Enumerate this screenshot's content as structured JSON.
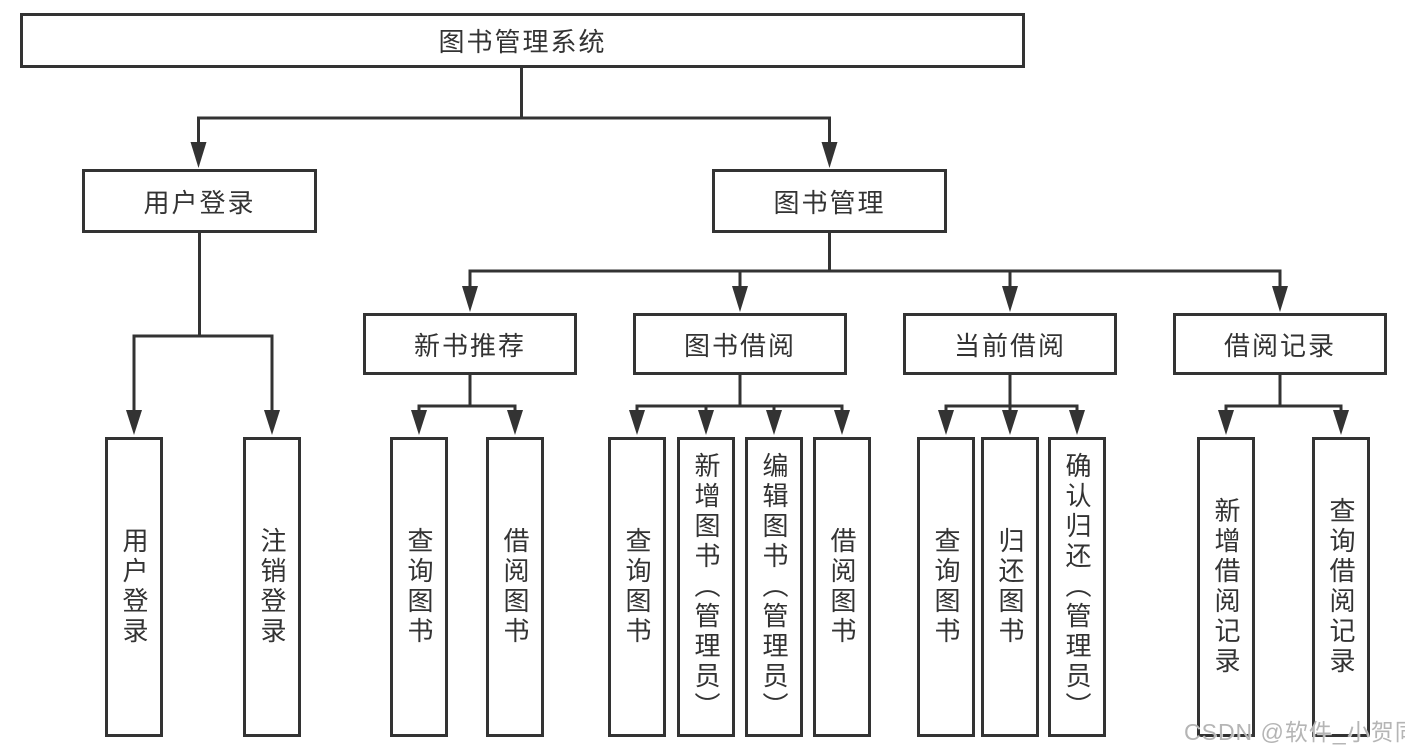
{
  "tree": {
    "root": {
      "label": "图书管理系统",
      "children": [
        {
          "label": "用户登录",
          "children": [
            {
              "label": "用户登录"
            },
            {
              "label": "注销登录"
            }
          ]
        },
        {
          "label": "图书管理",
          "children": [
            {
              "label": "新书推荐",
              "children": [
                {
                  "label": "查询图书"
                },
                {
                  "label": "借阅图书"
                }
              ]
            },
            {
              "label": "图书借阅",
              "children": [
                {
                  "label": "查询图书"
                },
                {
                  "label": "新增图书（管理员）"
                },
                {
                  "label": "编辑图书（管理员）"
                },
                {
                  "label": "借阅图书"
                }
              ]
            },
            {
              "label": "当前借阅",
              "children": [
                {
                  "label": "查询图书"
                },
                {
                  "label": "归还图书"
                },
                {
                  "label": "确认归还（管理员）"
                }
              ]
            },
            {
              "label": "借阅记录",
              "children": [
                {
                  "label": "新增借阅记录"
                },
                {
                  "label": "查询借阅记录"
                }
              ]
            }
          ]
        }
      ]
    }
  },
  "watermark": {
    "text": "CSDN @软件_小贺同学"
  },
  "colors": {
    "line": "#333333",
    "box_border": "#333333",
    "text": "#333333",
    "background": "#ffffff",
    "watermark": "#b5b5b5"
  }
}
